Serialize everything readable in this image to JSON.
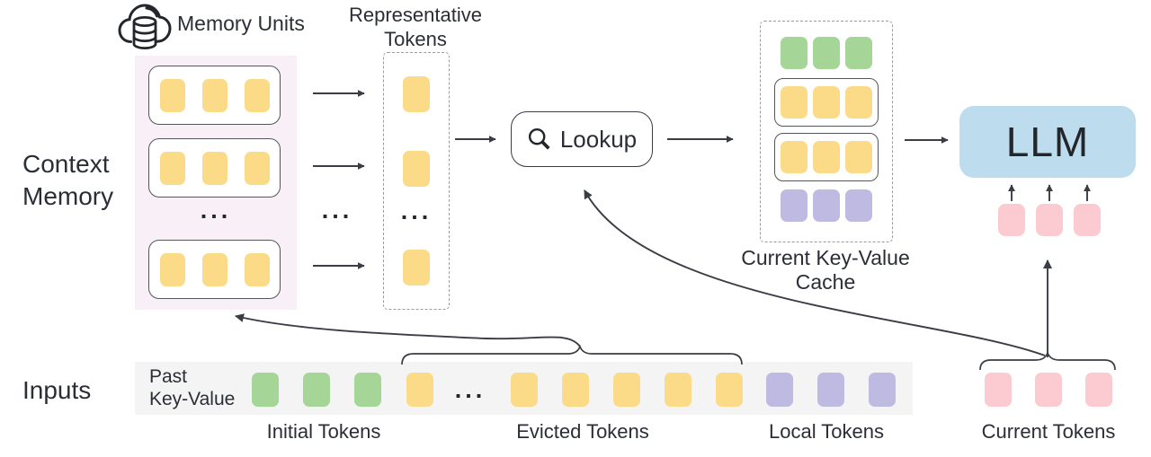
{
  "labels": {
    "memory_units": "Memory Units",
    "representative_tokens": "Representative\nTokens",
    "context_memory": "Context\nMemory",
    "lookup": "Lookup",
    "current_kv_cache": "Current Key-Value\nCache",
    "llm": "LLM",
    "inputs": "Inputs",
    "past_key_value": "Past\nKey-Value",
    "ellipsis": "..."
  },
  "input_groups": [
    {
      "label": "Initial Tokens",
      "total_count": 3,
      "color": "#A6D697"
    },
    {
      "label": "Evicted Tokens",
      "total_count": 6,
      "color": "#FBDB87"
    },
    {
      "label": "Local Tokens",
      "total_count": 3,
      "color": "#BFBAE1"
    },
    {
      "label": "Current Tokens",
      "total_count": 3,
      "color": "#FBCBD1"
    }
  ],
  "token_groups": {
    "memory_row": {
      "count": 3,
      "color": "#FBDB87",
      "name": "memory-token"
    },
    "rep_token": {
      "count": 1,
      "color": "#FBDB87",
      "name": "representative-token"
    },
    "cache_green": {
      "count": 3,
      "color": "#A6D697",
      "name": "cache-initial-token"
    },
    "cache_yellow": {
      "count": 3,
      "color": "#FBDB87",
      "name": "cache-retrieved-token"
    },
    "cache_purple": {
      "count": 3,
      "color": "#BFBAE1",
      "name": "cache-local-token"
    },
    "strip_green": {
      "count": 3,
      "color": "#A6D697",
      "name": "initial-token"
    },
    "strip_yellow_a": {
      "count": 1,
      "color": "#FBDB87",
      "name": "evicted-token"
    },
    "strip_yellow_b": {
      "count": 5,
      "color": "#FBDB87",
      "name": "evicted-token"
    },
    "strip_purple": {
      "count": 3,
      "color": "#BFBAE1",
      "name": "local-token"
    },
    "strip_pink": {
      "count": 3,
      "color": "#FBCBD1",
      "name": "current-token"
    },
    "llm_pink": {
      "count": 3,
      "color": "#FBCBD1",
      "name": "current-token"
    }
  },
  "colors": {
    "yellow_token": "#FBDB87",
    "green_token": "#A6D697",
    "purple_token": "#BFBAE1",
    "pink_token": "#FBCBD1",
    "llm_box": "#BDDCEE",
    "memory_panel_bg": "#F9EFF7",
    "strip_bg": "#F3F4F3",
    "line": "#3A3D44",
    "text": "#2B2E35"
  }
}
